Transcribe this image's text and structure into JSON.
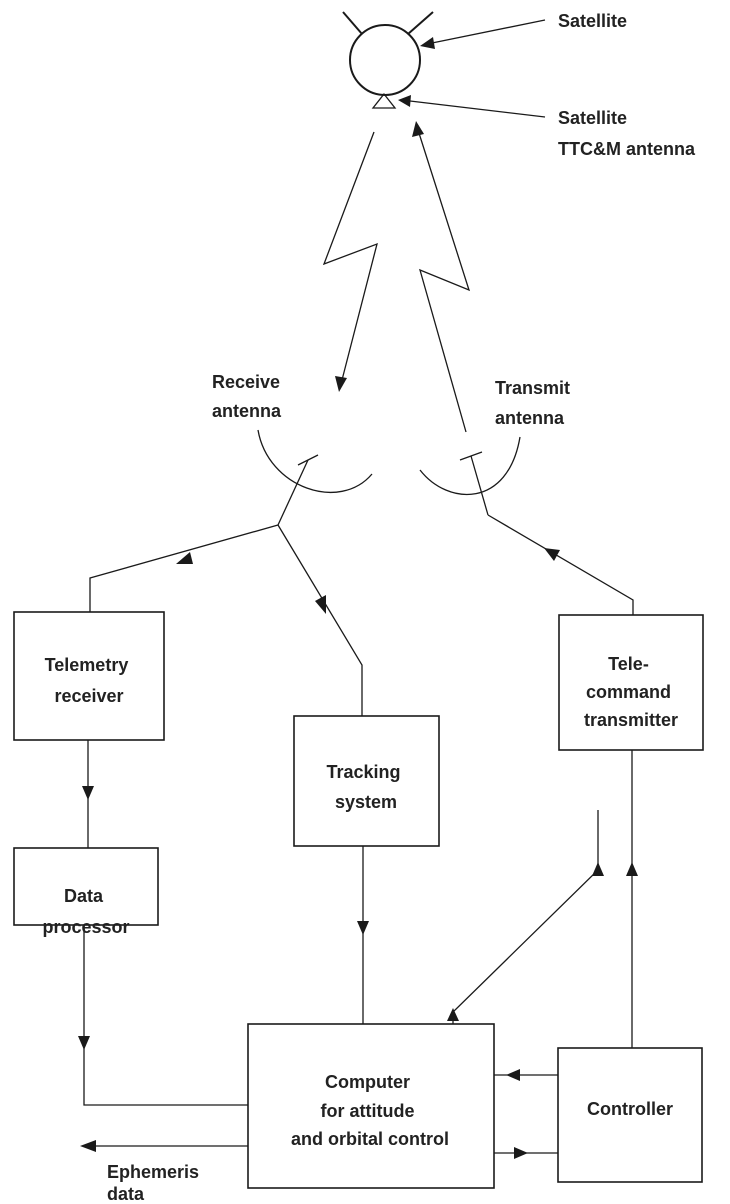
{
  "labels": {
    "satellite": "Satellite",
    "ttcm_antenna": [
      "Satellite",
      "TTC&M antenna"
    ],
    "receive_antenna": [
      "Receive",
      "antenna"
    ],
    "transmit_antenna": [
      "Transmit",
      "antenna"
    ],
    "ephemeris": [
      "Ephemeris",
      "data"
    ]
  },
  "blocks": {
    "telemetry_receiver": [
      "Telemetry",
      "receiver"
    ],
    "tracking_system": [
      "Tracking",
      "system"
    ],
    "telecommand_transmitter": [
      "Tele-",
      "command",
      "transmitter"
    ],
    "data_processor": [
      "Data",
      "processor"
    ],
    "computer": [
      "Computer",
      "for attitude",
      "and orbital control"
    ],
    "controller": [
      "Controller"
    ]
  }
}
